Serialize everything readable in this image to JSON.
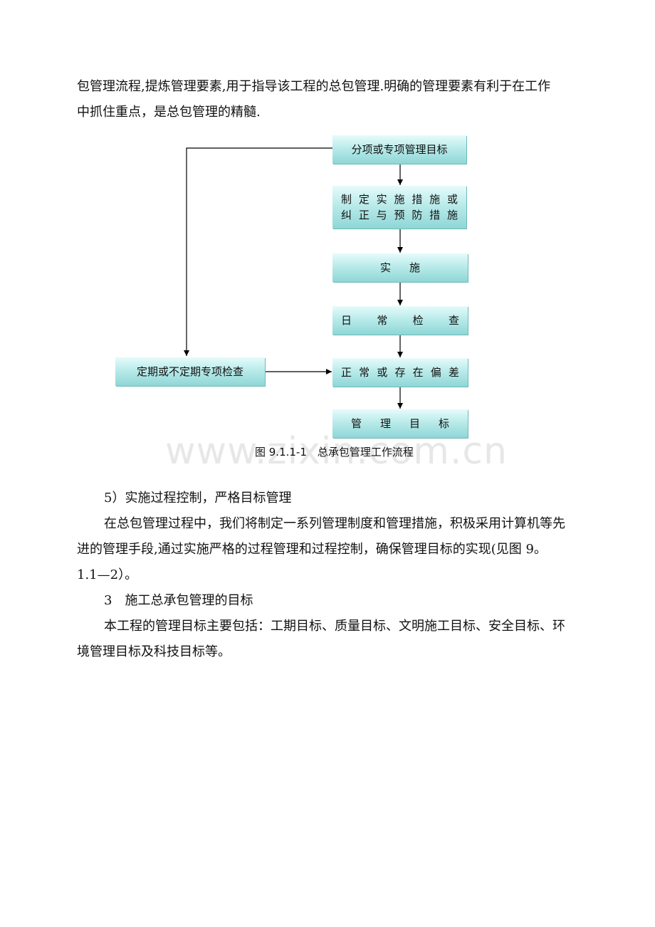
{
  "paragraphs": {
    "p1_line1": "包管理流程,提炼管理要素,用于指导该工程的总包管理.明确的管理要素有利于在工作",
    "p1_line2": "中抓住重点，是总包管理的精髓.",
    "h5": "5）实施过程控制，严格目标管理",
    "p2_line1": "在总包管理过程中，我们将制定一系列管理制度和管理措施，积极采用计算机等先",
    "p2_line2": "进的管理手段,通过实施严格的过程管理和过程控制，确保管理目标的实现(见图 9。",
    "p2_line3": "1.1—2）。",
    "h3": "3　施工总承包管理的目标",
    "p3_line1": "本工程的管理目标主要包括：工期目标、质量目标、文明施工目标、安全目标、环",
    "p3_line2": "境管理目标及科技目标等。"
  },
  "flowchart": {
    "box1": "分项或专项管理目标",
    "box2_chars_row1": [
      "制",
      "定",
      "实",
      "施",
      "措",
      "施",
      "或"
    ],
    "box2_chars_row2": [
      "纠",
      "正",
      "与",
      "预",
      "防",
      "措",
      "施"
    ],
    "box3_chars": [
      "实",
      "施"
    ],
    "box4_chars": [
      "日",
      "常",
      "检",
      "查"
    ],
    "box5_chars": [
      "正",
      "常",
      "或",
      "存",
      "在",
      "偏",
      "差"
    ],
    "box6_chars": [
      "管",
      "理",
      "目",
      "标"
    ],
    "side_box": "定期或不定期专项检查",
    "caption": "图 9.1.1-1　总承包管理工作流程"
  },
  "watermark": "www.zixin.com.cn",
  "colors": {
    "box_fill_top": "#e6fbfb",
    "box_fill_bottom": "#8fd6d6",
    "text": "#111111"
  }
}
